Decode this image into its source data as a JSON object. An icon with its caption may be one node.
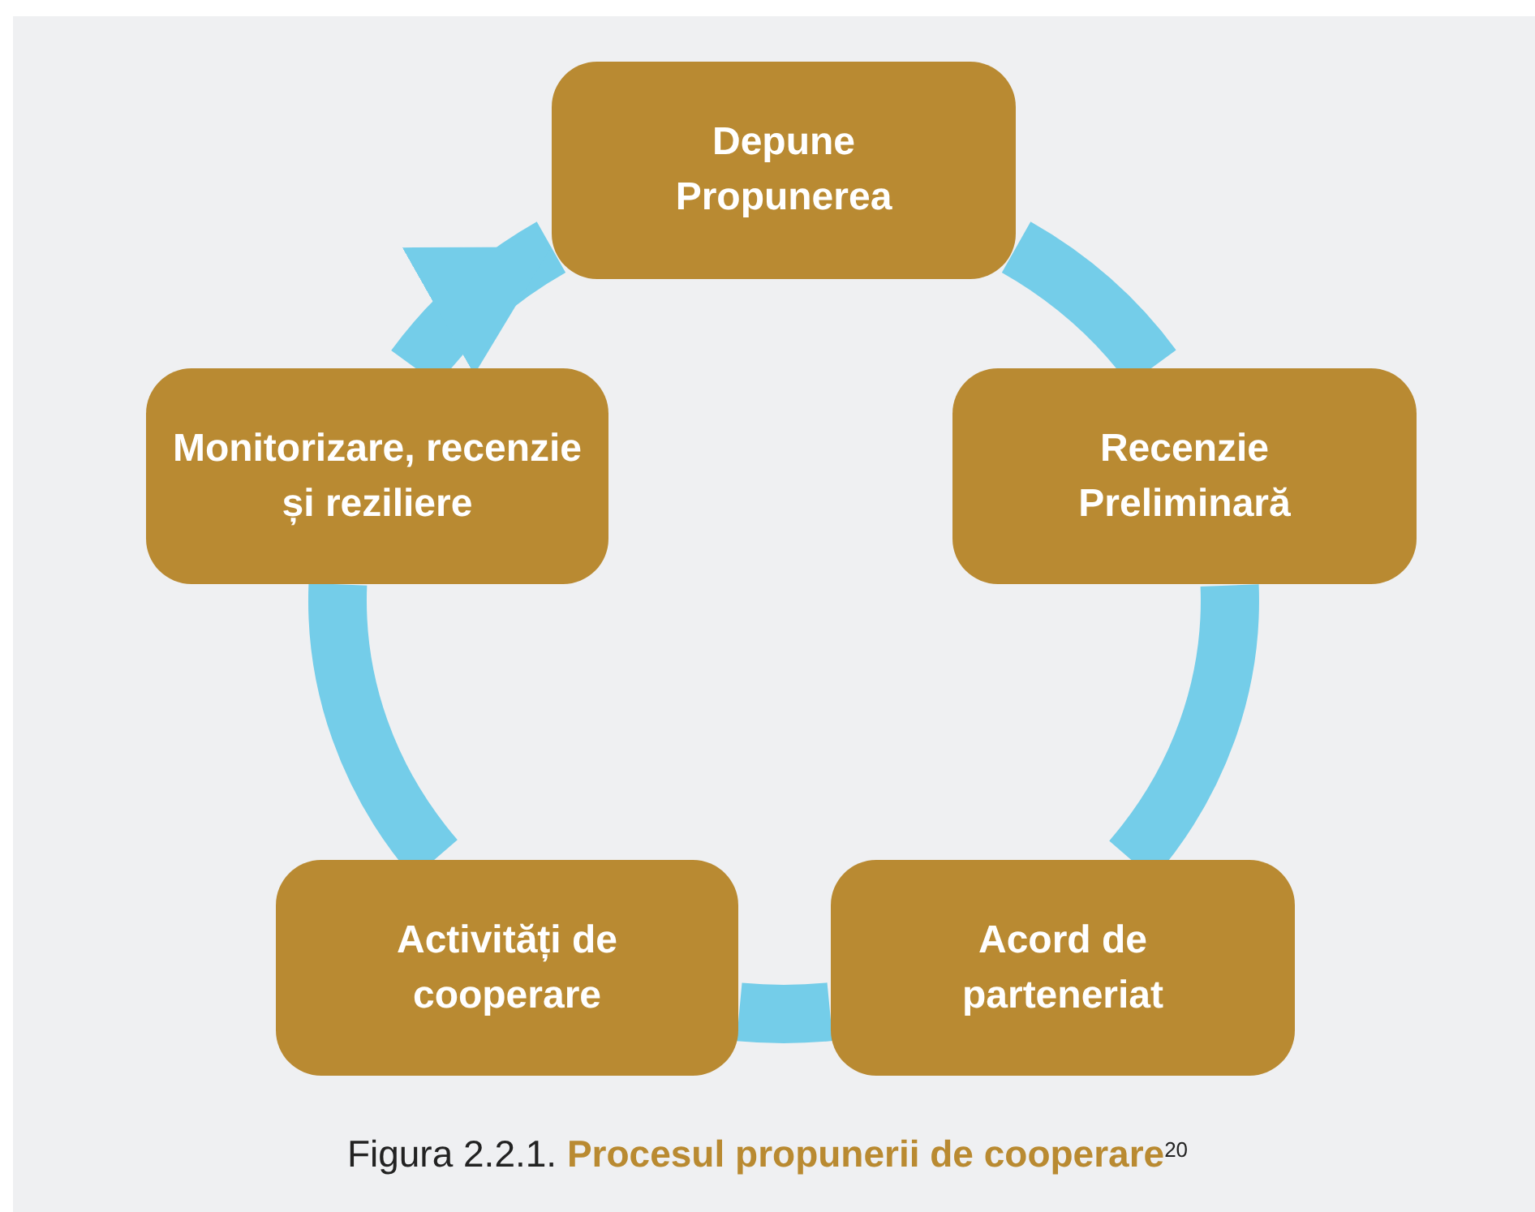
{
  "diagram": {
    "caption": "Figura 2.2.1. **Procesul propunerii de cooperare**$^{20}$",
    "nodes": [
      {
        "text": [
          "Depune Propunerea"
        ]
      },
      {
        "text": [
          "Recenzie Preliminară"
        ]
      },
      {
        "text": [
          "Acord de parteneriat"
        ]
      },
      {
        "text": [
          "Activități de cooperare"
        ]
      },
      {
        "text": [
          "Monitorizare, recenzie și reziliere"
        ]
      }
    ],
    "edges": [
      {
        "from": 0,
        "to": 1,
        "arrow": "none"
      },
      {
        "from": 1,
        "to": 2,
        "arrow": "none"
      },
      {
        "from": 2,
        "to": 3,
        "arrow": "none"
      },
      {
        "from": 3,
        "to": 4,
        "arrow": "none"
      },
      {
        "from": 4,
        "to": 0,
        "arrow": "to"
      }
    ]
  }
}
